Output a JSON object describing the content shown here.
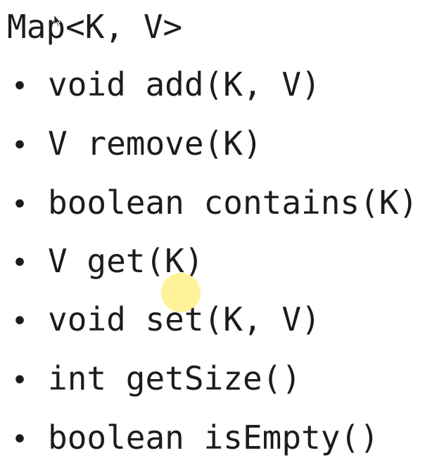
{
  "slide": {
    "title": "Map<K, V>",
    "bullet_glyph": "•",
    "methods": [
      "void add(K, V)",
      "V remove(K)",
      "boolean contains(K)",
      "V get(K)",
      "void set(K, V)",
      "int getSize()",
      "boolean isEmpty()"
    ]
  },
  "colors": {
    "text": "#1c1c1c",
    "background": "#ffffff",
    "cursor_highlight": "#ffec6e"
  },
  "icons": {
    "pointer": "mouse-pointer-icon",
    "highlight": "cursor-highlight-icon"
  }
}
